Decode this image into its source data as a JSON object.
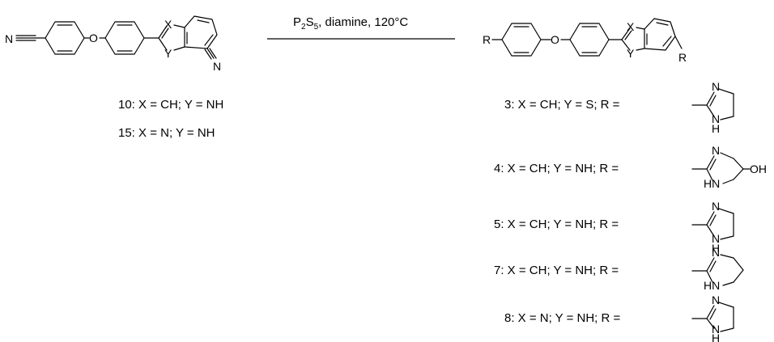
{
  "reaction": {
    "reagent_pre": "P",
    "reagent_sub1": "2",
    "reagent_mid": "S",
    "reagent_sub2": "5",
    "reagent_post": ", diamine, 120°C"
  },
  "atoms": {
    "N": "N",
    "O": "O",
    "X": "X",
    "Y": "Y",
    "R": "R",
    "H": "H",
    "HN": "HN",
    "OH": "OH"
  },
  "starting_materials": [
    {
      "label": "10: X = CH;  Y = NH"
    },
    {
      "label": "15: X = N;    Y = NH"
    }
  ],
  "products": [
    {
      "label": "3: X = CH; Y = S;    R ="
    },
    {
      "label": "4: X = CH; Y = NH; R ="
    },
    {
      "label": "5: X = CH; Y = NH; R ="
    },
    {
      "label": "7: X = CH; Y = NH; R ="
    },
    {
      "label": "8: X = N;    Y = NH; R ="
    }
  ]
}
